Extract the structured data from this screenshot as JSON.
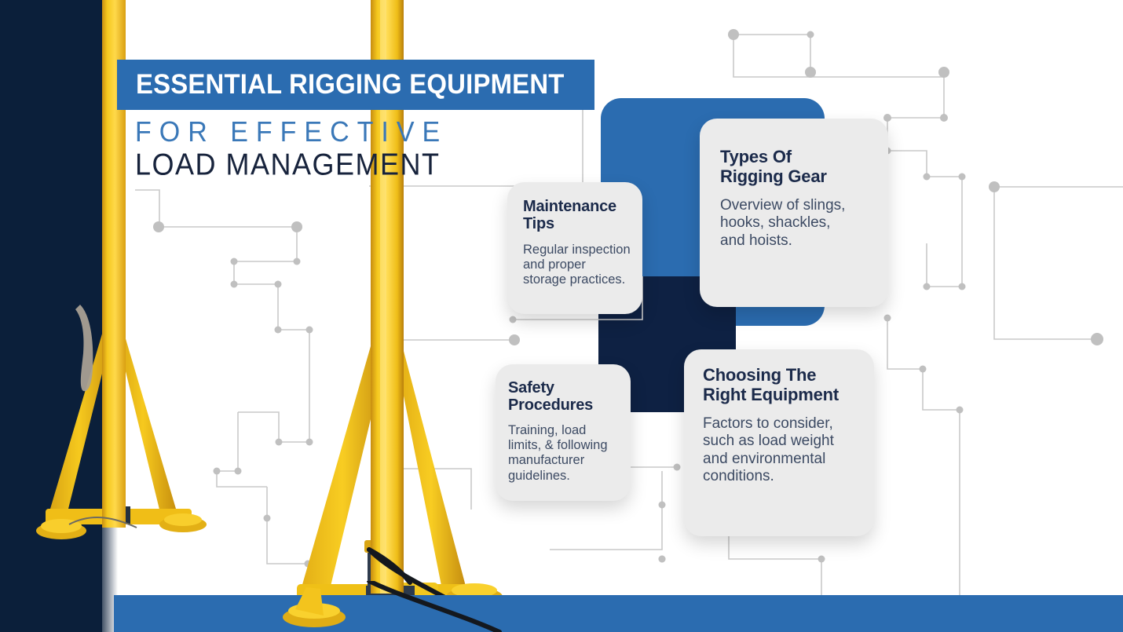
{
  "header": {
    "title": "ESSENTIAL RIGGING EQUIPMENT",
    "subtitle_line1": "FOR EFFECTIVE",
    "subtitle_line2": "LOAD MANAGEMENT"
  },
  "theme": {
    "brand_blue": "#2B6CB0",
    "navy": "#0B1F3A",
    "deep_navy": "#0E2143",
    "card_bg": "#EBEBEB",
    "heading_color": "#1B2A4A",
    "body_color": "#3C4A63",
    "subtitle_blue": "#3A78B8",
    "equipment_yellow": "#F2C014",
    "connector_grey": "#C9C9C9"
  },
  "cards": [
    {
      "id": "types",
      "title": "Types Of\nRigging Gear",
      "body": "Overview of slings,\nhooks, shackles,\nand hoists."
    },
    {
      "id": "maintenance",
      "title": "Maintenance\nTips",
      "body": "Regular inspection\nand proper\nstorage practices."
    },
    {
      "id": "safety",
      "title": "Safety\nProcedures",
      "body": "Training, load\nlimits, & following\nmanufacturer\nguidelines."
    },
    {
      "id": "choosing",
      "title": "Choosing The\nRight Equipment",
      "body": "Factors to consider,\nsuch as load weight\nand environmental\nconditions."
    }
  ],
  "graphics": {
    "left_rail_label": "navy-side-rail",
    "bottom_band_label": "blue-footer-band",
    "blue_panel_label": "blue-accent-panel",
    "navy_panel_label": "navy-accent-panel",
    "equipment_label": "gantry-crane-legs",
    "network_label": "circuit-connector-network"
  }
}
